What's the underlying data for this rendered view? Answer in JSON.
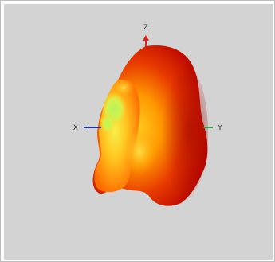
{
  "axes": {
    "x_label": "X",
    "y_label": "Y",
    "z_label": "Z"
  },
  "colors": {
    "background": "#d3d3d3",
    "x_axis": "#1f2f9f",
    "y_axis": "#2f9f3f",
    "z_axis": "#e02020",
    "surface_hot": "#ffee33",
    "surface_mid": "#ff8c00",
    "surface_cool": "#b30000",
    "surface_green": "#a8f040"
  }
}
